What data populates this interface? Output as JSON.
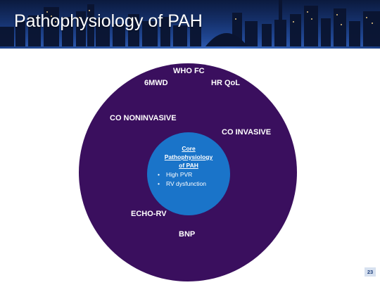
{
  "slide": {
    "title": "Pathophysiology of PAH",
    "page_number": "23"
  },
  "outer_metrics": [
    {
      "id": "who-fc",
      "label": "WHO FC"
    },
    {
      "id": "6mwd",
      "label": "6MWD"
    },
    {
      "id": "hr-qol",
      "label": "HR QoL"
    },
    {
      "id": "co-noninvasive",
      "label": "CO NONINVASIVE"
    },
    {
      "id": "co-invasive",
      "label": "CO INVASIVE"
    },
    {
      "id": "echo-rv",
      "label": "ECHO-RV"
    },
    {
      "id": "bnp",
      "label": "BNP"
    }
  ],
  "core": {
    "title_line1": "Core",
    "title_line2": "Pathophysiology",
    "title_line3": "of PAH",
    "bullets": [
      "High PVR",
      "RV dysfunction"
    ]
  },
  "colors": {
    "outer_circle": "#3a0f5e",
    "inner_circle": "#1a74c9",
    "banner": "#15306a"
  }
}
